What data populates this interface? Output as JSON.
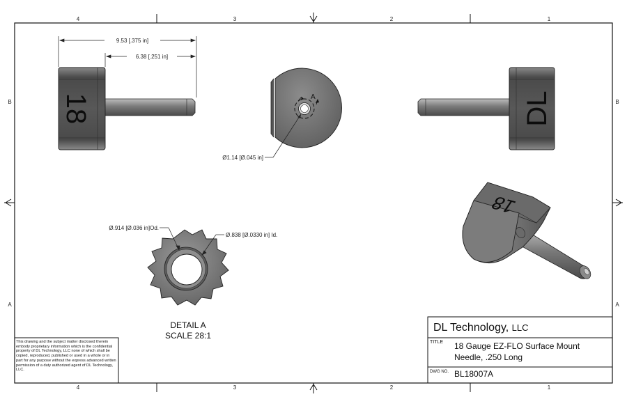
{
  "zones": {
    "columns": [
      "4",
      "3",
      "2",
      "1"
    ],
    "rows": [
      "B",
      "A"
    ]
  },
  "dimensions": {
    "overall_length": "9.53 [.375 in]",
    "shank_length": "6.38 [.251 in]",
    "bore_diameter": "Ø1.14 [Ø.045 in]",
    "od": "Ø.914 [Ø.036 in]Od.",
    "id": "Ø.838 [Ø.0330 in] Id.",
    "detail_marker": "A"
  },
  "markings": {
    "gauge": "18",
    "brand": "DL"
  },
  "detail": {
    "line1": "DETAIL  A",
    "line2": "SCALE 28:1"
  },
  "disclaimer": "This drawing and the subject matter disclosed therein embody proprietary information which is the confidential property of DL Technology, LLC none of which shall be copied, reproduced, published or used in a whole or in part for any purpose without the express advanced written permission of a duty authorized agent of DL Technology, LLC.",
  "title_block": {
    "company": "DL Technology,",
    "company_suffix": "LLC",
    "title_label": "TITLE",
    "title_line1": "18  Gauge EZ-FLO Surface Mount",
    "title_line2": "Needle, .250 Long",
    "dwg_label": "DWG NO.",
    "dwg_no": "BL18007A"
  },
  "colors": {
    "body_dark": "#3c3c3c",
    "body_mid": "#6e6e6e",
    "body_light": "#9a9a9a",
    "line": "#111111"
  }
}
